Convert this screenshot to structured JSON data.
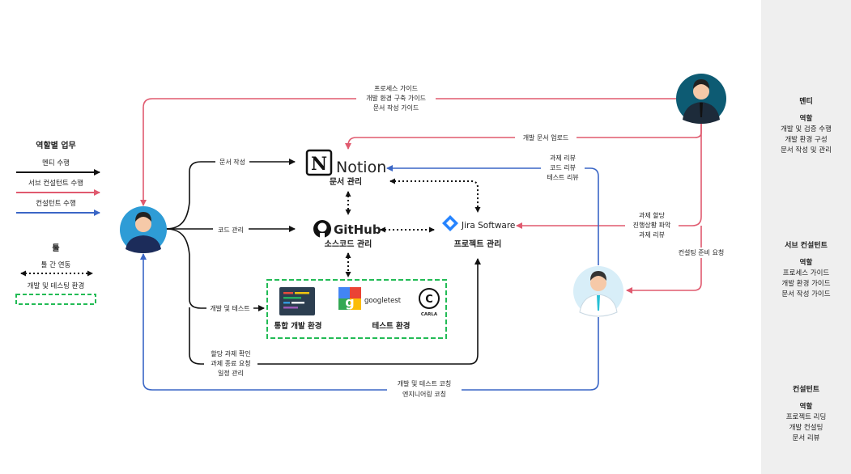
{
  "legend": {
    "section1_title": "역할별 업무",
    "mentee_label": "멘티 수행",
    "sub_label": "서브 컨설턴트 수행",
    "consultant_label": "컨설턴트 수행",
    "section2_title": "툴",
    "tool_link_label": "툴 간 연동",
    "env_label": "개발 및 테스팅 환경"
  },
  "colors": {
    "mentee": "#111111",
    "sub": "#e05a6f",
    "consultant": "#3a66c6",
    "accent_text": "#2f5fc4",
    "env_border": "#22bb55"
  },
  "tools": {
    "notion_name": "Notion",
    "notion_sub": "문서 관리",
    "github_name": "GitHub",
    "github_sub": "소스코드 관리",
    "jira_name": "Jira Software",
    "jira_sub": "프로젝트 관리",
    "ide_label": "통합 개발 환경",
    "test_label": "테스트 환경",
    "googletest_name": "googletest",
    "carla_name": "CARLA"
  },
  "flows": {
    "doc_write": "문서 작성",
    "code_manage": "코드 관리",
    "dev_test": "개발 및 테스트",
    "mentee_tasks": [
      "할당 과제 확인",
      "과제 종료 요청",
      "일정 관리"
    ],
    "sub_guides": [
      "프로세스 가이드",
      "개발 환경 구축 가이드",
      "문서 작성 가이드"
    ],
    "dev_doc_upload": "개발 문서 업로드",
    "reviews": [
      "과제 리뷰",
      "코드 리뷰",
      "테스트 리뷰"
    ],
    "assign": [
      "과제 할당",
      "진행상황 파악",
      "과제 리뷰"
    ],
    "consult_request": "컨설팅 준비 요청",
    "coaching": [
      "개발 및 테스트 코칭",
      "엔지니어링 코칭"
    ]
  },
  "roles": [
    {
      "title": "멘티",
      "label": "역할",
      "items": [
        "개발 및 검증 수행",
        "개발 환경 구성",
        "문서 작성 및 관리"
      ]
    },
    {
      "title": "서브 컨설턴트",
      "label": "역할",
      "items": [
        "프로세스 가이드",
        "개발 환경 가이드",
        "문서 작성 가이드"
      ]
    },
    {
      "title": "컨설턴트",
      "label": "역할",
      "items": [
        "프로젝트 리딩",
        "개발 컨설팅",
        "문서 리뷰"
      ]
    }
  ]
}
